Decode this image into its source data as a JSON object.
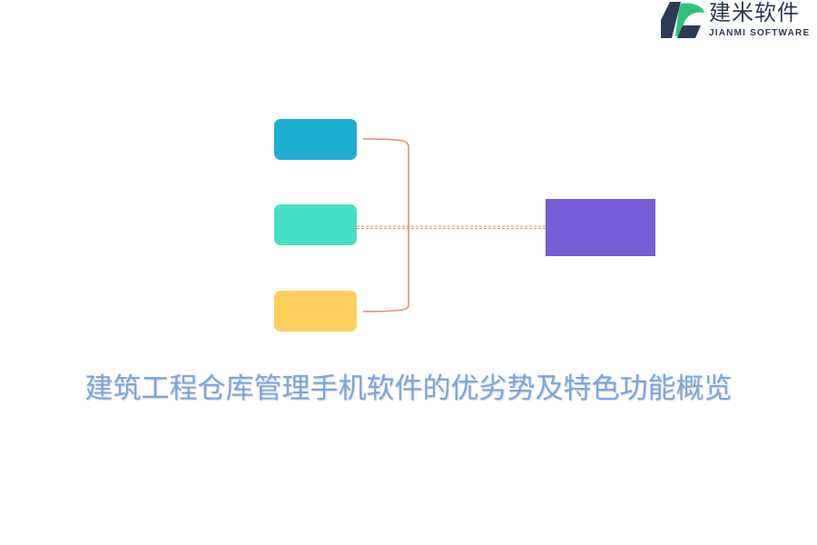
{
  "logo": {
    "name_cn": "建米软件",
    "name_en": "JIANMI SOFTWARE",
    "icon": "jianmi-leaf-logo"
  },
  "diagram": {
    "nodes": [
      {
        "label": "",
        "color": "#1eadd3"
      },
      {
        "label": "",
        "color": "#45dfc1"
      },
      {
        "label": "",
        "color": "#ffcf5e"
      }
    ],
    "target": {
      "label": "",
      "color": "#775ed8"
    },
    "connector_color": "#ec8a6e"
  },
  "title": "建筑工程仓库管理手机软件的优劣势及特色功能概览",
  "colors": {
    "title": "#7ba6dd",
    "logo_dark": "#2c3a55",
    "logo_green": "#2ec27e"
  }
}
